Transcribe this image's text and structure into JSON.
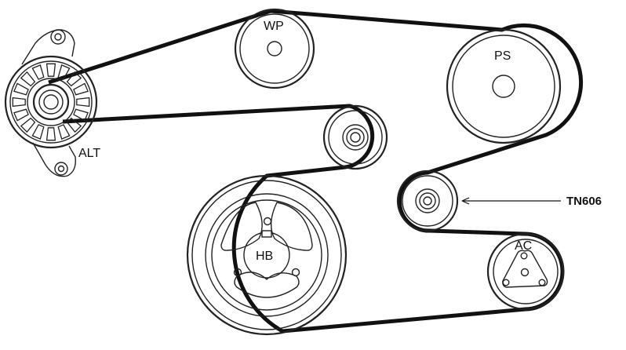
{
  "diagram": {
    "pulleys": {
      "alternator": {
        "label": "ALT"
      },
      "water_pump": {
        "label": "WP"
      },
      "power_steering": {
        "label": "PS"
      },
      "harmonic_balancer": {
        "label": "HB"
      },
      "air_conditioning": {
        "label": "AC"
      }
    },
    "callout": {
      "label": "TN606"
    }
  }
}
